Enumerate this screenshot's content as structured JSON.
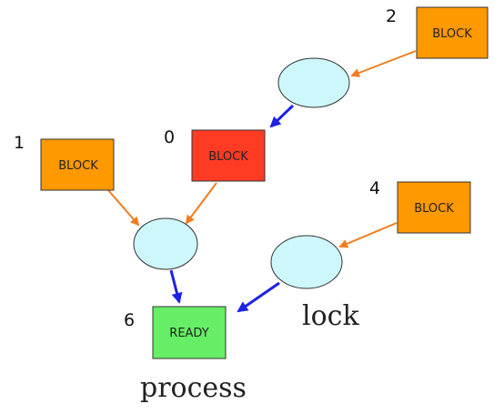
{
  "colors": {
    "block_orange": "#ff9900",
    "block_red": "#ff3b24",
    "ready_green": "#66ee66",
    "lock_cyan": "#cdf7fb",
    "edge_orange": "#f07d20",
    "edge_blue": "#1d22e5",
    "stroke": "#333333"
  },
  "nodes": {
    "block_2": {
      "id_label": "2",
      "text": "BLOCK"
    },
    "block_0": {
      "id_label": "0",
      "text": "BLOCK"
    },
    "block_1": {
      "id_label": "1",
      "text": "BLOCK"
    },
    "block_4": {
      "id_label": "4",
      "text": "BLOCK"
    },
    "ready_6": {
      "id_label": "6",
      "text": "READY"
    }
  },
  "legend": {
    "lock_caption": "lock",
    "process_caption": "process"
  }
}
